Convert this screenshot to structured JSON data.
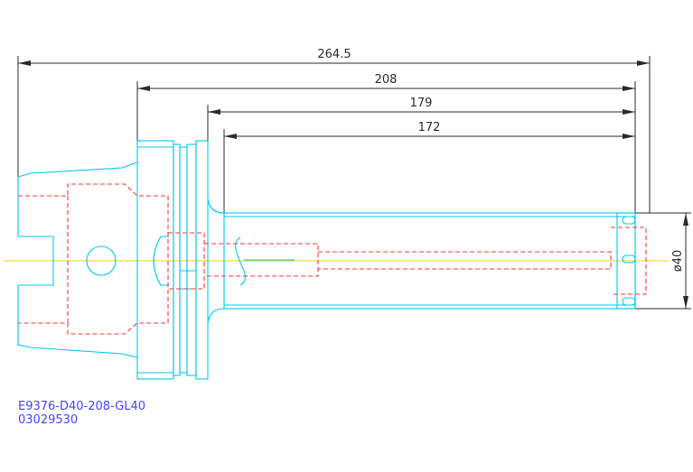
{
  "dimensions": {
    "overall_length": "264.5",
    "flange_to_end": "208",
    "shank_length": "179",
    "body_length": "172",
    "diameter": "ø40"
  },
  "part": {
    "code": "E9376-D40-208-GL40",
    "number": "03029530"
  },
  "colors": {
    "outline": "#00c8f0",
    "hidden": "#ff3333",
    "centerline": "#e8d400",
    "dimension": "#2a2a2a",
    "part_text": "#4444ff"
  }
}
